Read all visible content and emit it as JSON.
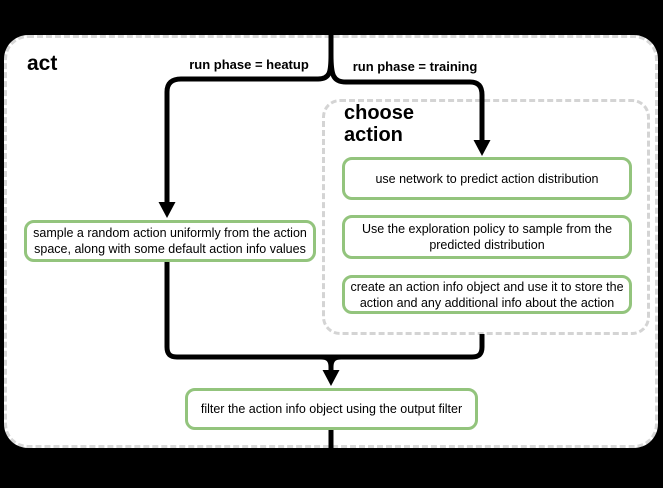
{
  "diagram": {
    "title": "act",
    "branches": {
      "heatup": "run phase = heatup",
      "training": "run phase = training"
    },
    "group": {
      "title": "choose action"
    },
    "nodes": {
      "sample": "sample a random action uniformly from the action space, along with some default action info values",
      "predict": "use network to predict action distribution",
      "explore": "Use the exploration policy to sample from the predicted distribution",
      "create_info": "create an action info object and use it to store the action and any additional info about the action",
      "filter": "filter the action info object using the output filter"
    },
    "colors": {
      "background": "#000000",
      "panel": "#ffffff",
      "node_border": "#93c47d",
      "line": "#000000",
      "frame_border": "#d8d8d8",
      "group_border": "#d4d4d4"
    }
  }
}
